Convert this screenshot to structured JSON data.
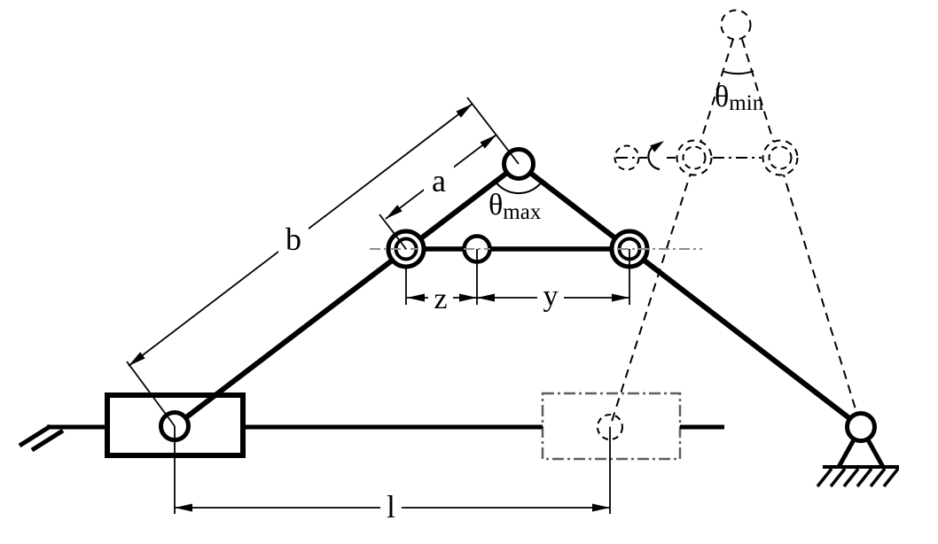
{
  "diagram": {
    "description": "Kinematic schematic of a slider-crank toggle linkage shown in two configurations (solid = extended, dashed = folded)",
    "labels": {
      "dim_a": "a",
      "dim_b": "b",
      "dim_z": "z",
      "dim_y": "y",
      "dim_l": "l",
      "theta_max": {
        "symbol": "θ",
        "sub": "max"
      },
      "theta_min": {
        "symbol": "θ",
        "sub": "min"
      }
    },
    "colors": {
      "ink": "#000000",
      "centerline": "#8c8c8c",
      "ghost_outline": "#5f5f5f",
      "background": "#ffffff"
    }
  }
}
